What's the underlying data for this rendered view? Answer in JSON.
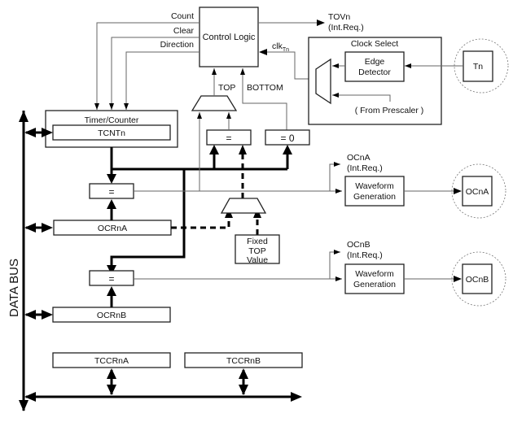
{
  "diagram": {
    "title": "Timer/Counter Block Diagram",
    "data_bus_label": "DATA BUS",
    "control_logic": {
      "label": "Control Logic"
    },
    "control_signals": {
      "count": "Count",
      "clear": "Clear",
      "direction": "Direction"
    },
    "tov": {
      "line1": "TOVn",
      "line2": "(Int.Req.)"
    },
    "clk": {
      "base": "clk",
      "sub": "Tn"
    },
    "clock_select": {
      "title": "Clock Select",
      "edge_detector_line1": "Edge",
      "edge_detector_line2": "Detector",
      "prescaler": "( From Prescaler )"
    },
    "tn_pin": "Tn",
    "top_label": "TOP",
    "bottom_label": "BOTTOM",
    "timer_counter": {
      "title": "Timer/Counter",
      "register": "TCNTn"
    },
    "comparators": {
      "top_eq": "=",
      "zero_eq": "= 0",
      "a_eq": "=",
      "b_eq": "="
    },
    "fixed_top": {
      "line1": "Fixed",
      "line2": "TOP",
      "line3": "Value"
    },
    "ocrna": "OCRnA",
    "ocrnb": "OCRnB",
    "channel_a": {
      "int_line1": "OCnA",
      "int_line2": "(Int.Req.)",
      "wave_line1": "Waveform",
      "wave_line2": "Generation",
      "pin": "OCnA"
    },
    "channel_b": {
      "int_line1": "OCnB",
      "int_line2": "(Int.Req.)",
      "wave_line1": "Waveform",
      "wave_line2": "Generation",
      "pin": "OCnB"
    },
    "tccrna": "TCCRnA",
    "tccrnb": "TCCRnB"
  }
}
